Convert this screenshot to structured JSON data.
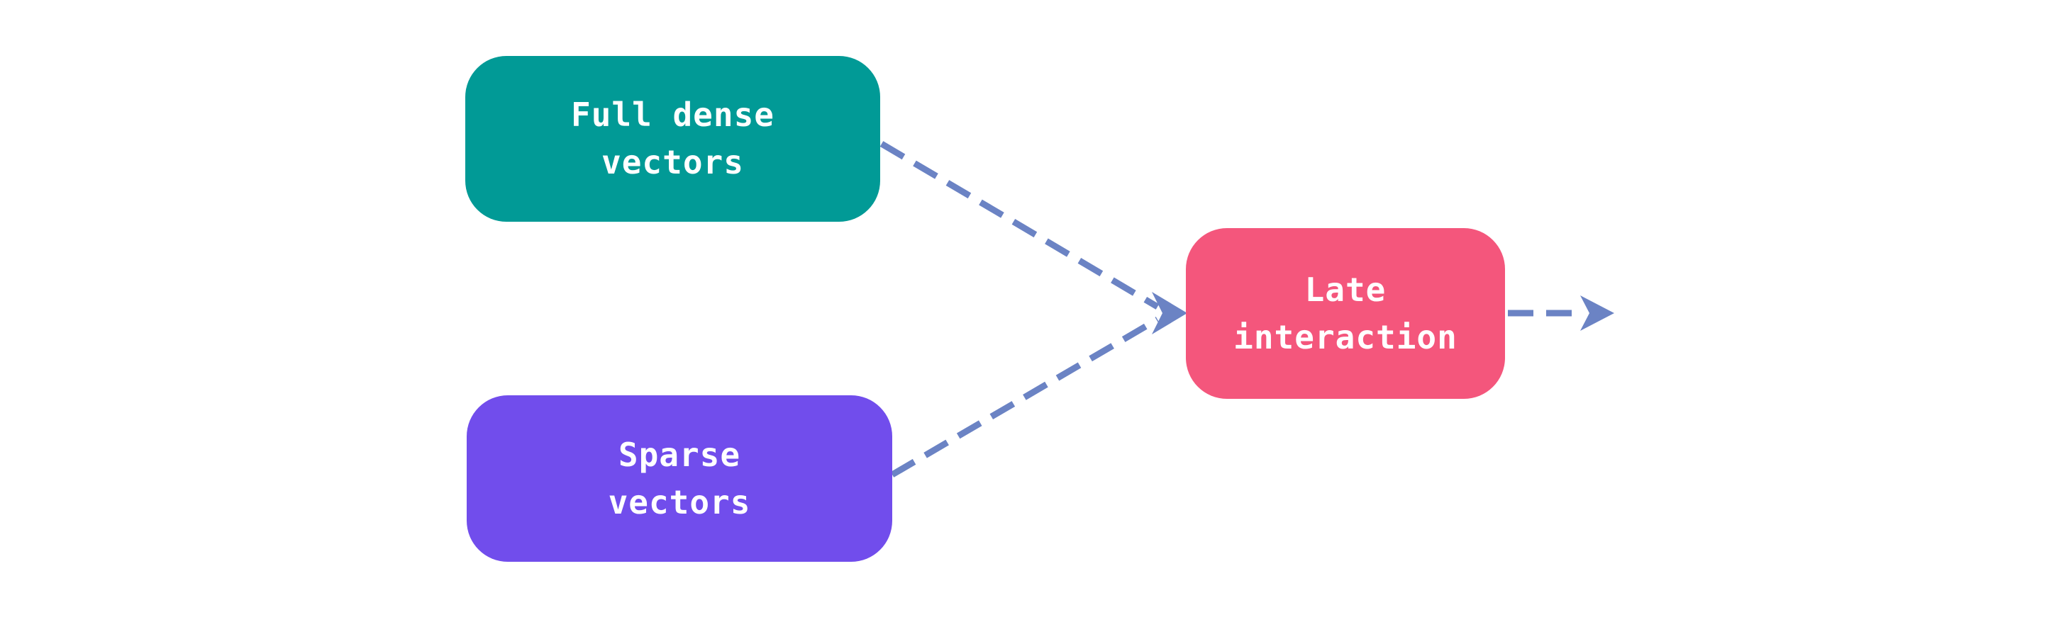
{
  "diagram": {
    "background_color": "#FFFFFF",
    "text_color": "#FFFFFF",
    "arrow_color": "#6B83C4",
    "nodes": {
      "full_dense": {
        "label": "Full dense\nvectors",
        "color": "#019A96"
      },
      "sparse": {
        "label": "Sparse\nvectors",
        "color": "#714DEC"
      },
      "late": {
        "label": "Late\ninteraction",
        "color": "#F4567C"
      }
    },
    "edges": [
      {
        "from": "full-dense-vectors",
        "to": "late-interaction",
        "style": "dashed-arrow"
      },
      {
        "from": "sparse-vectors",
        "to": "late-interaction",
        "style": "dashed-arrow"
      },
      {
        "from": "late-interaction",
        "to": "output",
        "style": "dashed-arrow"
      }
    ]
  }
}
